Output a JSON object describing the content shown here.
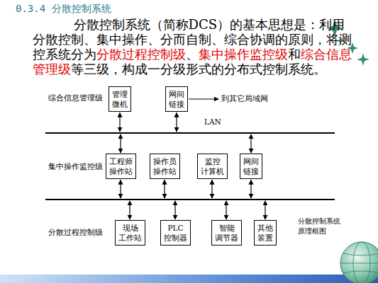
{
  "diagram": {
    "title": "0.3.4 分散控制系统",
    "caption": "分散控制系统 原理框图",
    "nodes": [
      {
        "text": [
          "管理 微机"
        ]
      },
      {
        "text": [
          "网间 链接"
        ]
      },
      {
        "text": [
          "工程师 操作站"
        ]
      },
      {
        "text": [
          "操作员 操作站"
        ]
      },
      {
        "text": [
          "监控 计算机"
        ]
      },
      {
        "text": [
          "网间 链接"
        ]
      },
      {
        "text": [
          "现场 工作站"
        ]
      },
      {
        "text": [
          "PLC 控制器"
        ]
      },
      {
        "text": [
          "智能 调节器"
        ]
      },
      {
        "text": [
          "其他 装置"
        ]
      }
    ],
    "labels": [
      "分散控制系统（简称DCS）的基本思想是：利用分散控制、集中操作、分而自制、综合协调的原则，将测控系统分为",
      "分散过程控制级",
      "、",
      "集中操作监控级",
      "和",
      "综合信息管理级",
      "等三级，构成一分级形式的分布式控制系统。",
      "综合信息管理级",
      "到其它局域网",
      "LAN",
      "集中操作监控级",
      "分散过程控制级"
    ]
  }
}
